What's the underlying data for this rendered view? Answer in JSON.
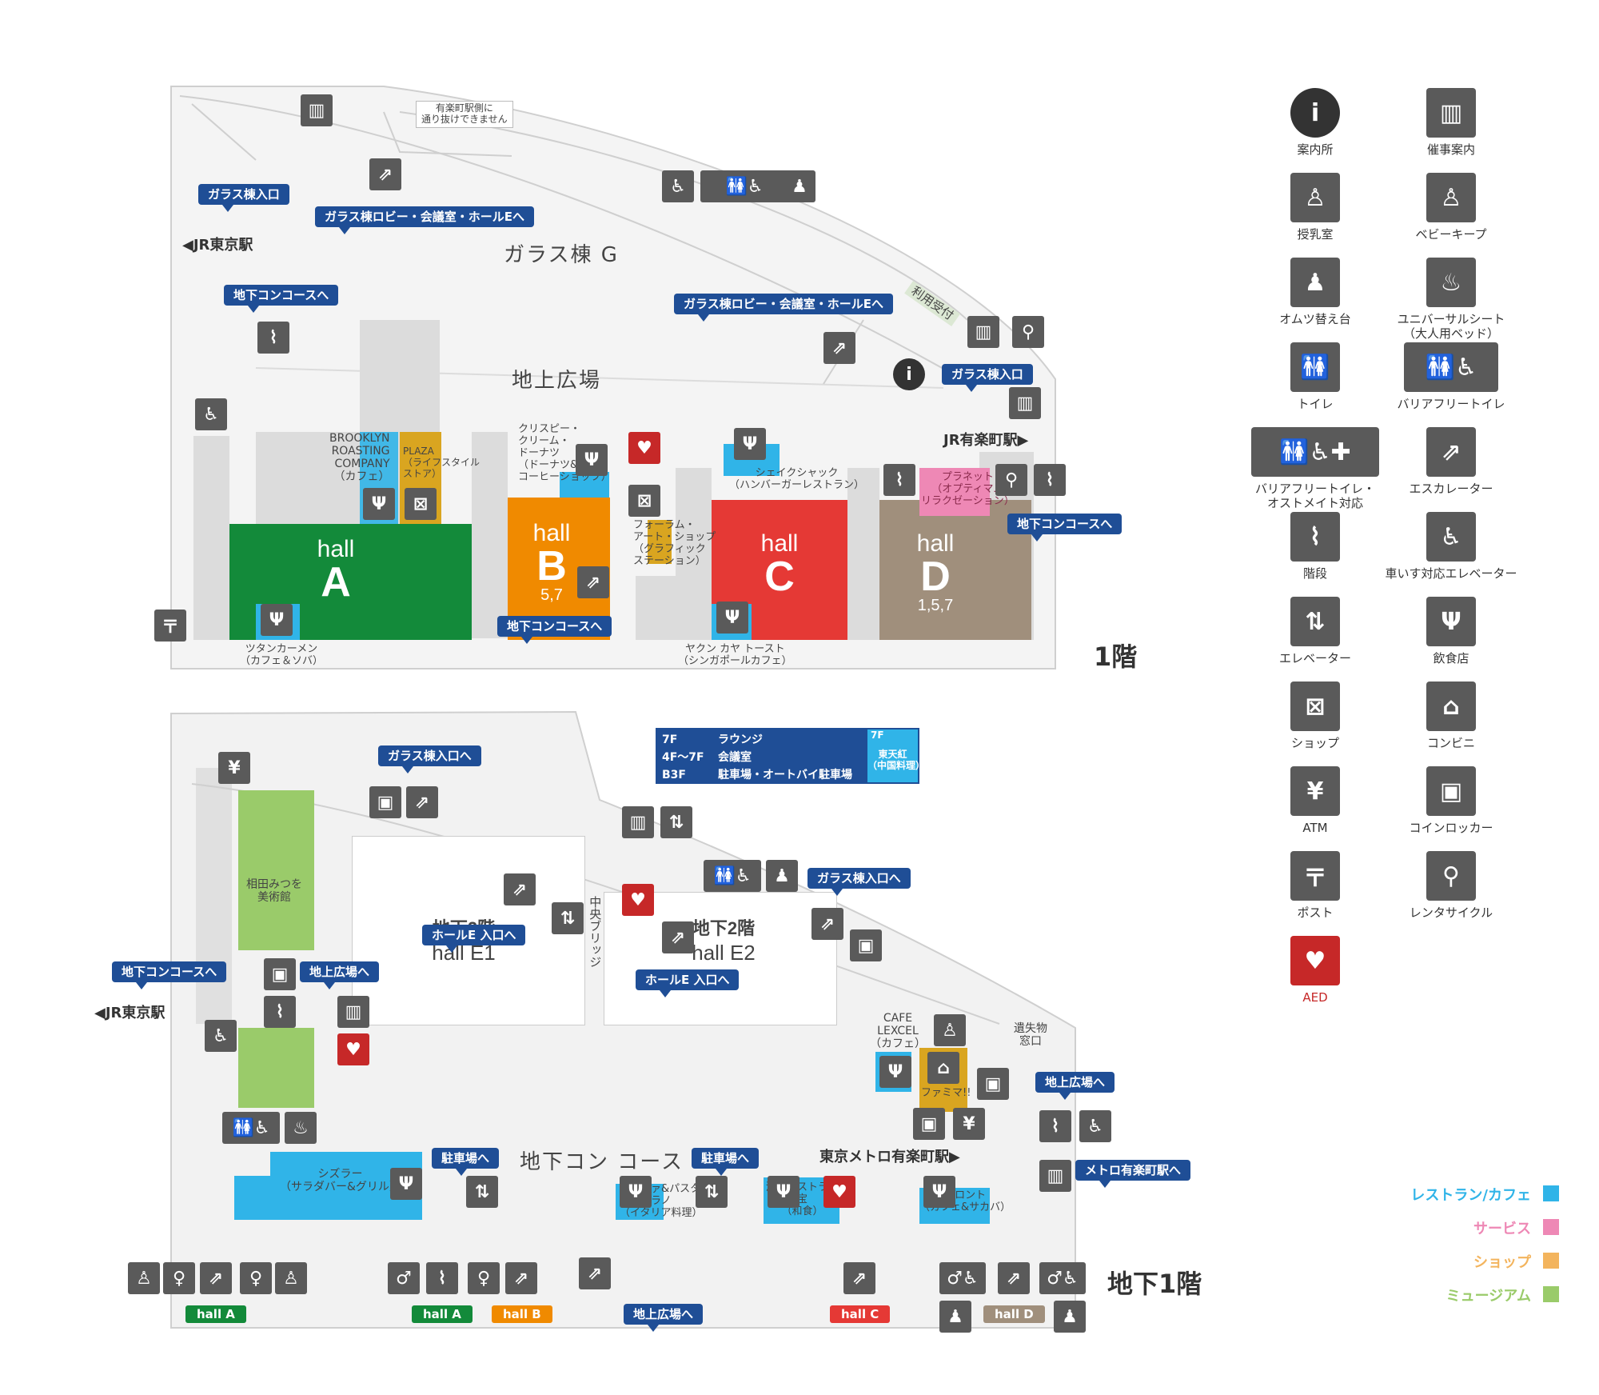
{
  "floor1": {
    "floor_label": "1階",
    "area_glass": "ガラス棟 G",
    "area_plaza": "地上広場",
    "station_tokyo": "◀JR東京駅",
    "station_yurakucho": "JR有楽町駅▶",
    "note_yurakucho": "有楽町駅側に\n通り抜けできません",
    "riyou_uketsuke": "利用受付",
    "signs": {
      "glass_entrance_left": "ガラス棟入口",
      "glass_lobby_left": "ガラス棟ロビー・会議室・ホールEへ",
      "chika_concourse_left": "地下コンコースへ",
      "glass_lobby_right": "ガラス棟ロビー・会議室・ホールEへ",
      "glass_entrance_right": "ガラス棟入口",
      "chika_concourse_right": "地下コンコースへ",
      "chika_concourse_mid": "地下コンコースへ"
    },
    "halls": {
      "a": {
        "line1": "hall",
        "line2": "A"
      },
      "b": {
        "line1": "hall",
        "line2": "B",
        "line3": "5,7"
      },
      "c": {
        "line1": "hall",
        "line2": "C"
      },
      "d": {
        "line1": "hall",
        "line2": "D",
        "line3": "1,5,7"
      }
    },
    "shops": {
      "brooklyn": "BROOKLYN\nROASTING\nCOMPANY\n（カフェ）",
      "plaza": "PLAZA\n（ライフスタイル\nストア）",
      "crispy": "クリスピー・\nクリーム・\nドーナツ\n（ドーナツ&\nコーヒーショップ）",
      "forum_art": "フォーラム・\nアート・ショップ\n（グラフィック\nステーション）",
      "shake_shack": "シェイクシャック\n（ハンバーガーレストラン）",
      "planet": "プラネット\n（オプティマム\nリラクゼーション）",
      "tutankhamun": "ツタンカーメン\n（カフェ＆ソバ）",
      "yakun": "ヤクン カヤ トースト\n（シンガポールカフェ）"
    }
  },
  "floorB1": {
    "floor_label": "地下1階",
    "area_concourse": "地下コン コース",
    "station_tokyo": "◀JR東京駅",
    "station_metro": "東京メトロ有楽町駅▶",
    "central_bridge": "中央ブリッジ",
    "museum": "相田みつを\n美術館",
    "hall_e1": {
      "line1": "地下2階",
      "line2": "hall E1"
    },
    "hall_e2": {
      "line1": "地下2階",
      "line2": "hall E2"
    },
    "lost_found": "遺失物\n窓口",
    "info_panel": {
      "rows": [
        {
          "floor": "7F",
          "label": "ラウンジ"
        },
        {
          "floor": "4F～7F",
          "label": "会議室"
        },
        {
          "floor": "B3F",
          "label": "駐車場・オートバイ駐車場"
        }
      ],
      "side_floor": "7F",
      "side_name": "東天紅\n（中国料理）"
    },
    "signs": {
      "glass_entrance_top": "ガラス棟入口へ",
      "glass_entrance_mid": "ガラス棟入口へ",
      "hall_e_left": "ホールE 入口へ",
      "hall_e_mid": "ホールE 入口へ",
      "chika_concourse": "地下コンコースへ",
      "chijo_hiroba_left": "地上広場へ",
      "chijo_hiroba_right": "地上広場へ",
      "parking_left": "駐車場へ",
      "parking_right": "駐車場へ",
      "metro": "メトロ有楽町駅へ",
      "chijo_hiroba_bottom": "地上広場へ"
    },
    "shops": {
      "sizzler": "シズラー\n（サラダバー&グリル）",
      "pizza": "ピッツァ&パスタ\nババミラノ\n（イタリア料理）",
      "sakagura": "酒蔵レストラン\n宝\n（和食）",
      "front": "プロント\n（カフェ&サカバ）",
      "cafe_lexcel": "CAFE\nLEXCEL\n（カフェ）",
      "famima": "ファミマ!!"
    },
    "bottom_tags": [
      {
        "label": "hall A",
        "color": "#138a3a"
      },
      {
        "label": "hall A",
        "color": "#138a3a"
      },
      {
        "label": "hall B",
        "color": "#f08a00"
      },
      {
        "label": "hall C",
        "color": "#e53935"
      },
      {
        "label": "hall D",
        "color": "#a08f7c"
      }
    ]
  },
  "legend": [
    {
      "icon": "info-icon",
      "label": "案内所"
    },
    {
      "icon": "event-guide-icon",
      "label": "催事案内"
    },
    {
      "icon": "nursing-room-icon",
      "label": "授乳室"
    },
    {
      "icon": "baby-keep-icon",
      "label": "ベビーキープ"
    },
    {
      "icon": "diaper-table-icon",
      "label": "オムツ替え台"
    },
    {
      "icon": "universal-sheet-icon",
      "label": "ユニバーサルシート\n（大人用ベッド）"
    },
    {
      "icon": "toilet-icon",
      "label": "トイレ"
    },
    {
      "icon": "barrier-free-toilet-icon",
      "label": "バリアフリートイレ"
    },
    {
      "icon": "ostomate-toilet-icon",
      "label": "バリアフリートイレ・\nオストメイト対応"
    },
    {
      "icon": "escalator-icon",
      "label": "エスカレーター"
    },
    {
      "icon": "stairs-icon",
      "label": "階段"
    },
    {
      "icon": "wheelchair-elevator-icon",
      "label": "車いす対応エレベーター"
    },
    {
      "icon": "elevator-icon",
      "label": "エレベーター"
    },
    {
      "icon": "restaurant-icon",
      "label": "飲食店"
    },
    {
      "icon": "shop-icon",
      "label": "ショップ"
    },
    {
      "icon": "convenience-store-icon",
      "label": "コンビニ"
    },
    {
      "icon": "atm-icon",
      "label": "ATM"
    },
    {
      "icon": "coin-locker-icon",
      "label": "コインロッカー"
    },
    {
      "icon": "post-icon",
      "label": "ポスト"
    },
    {
      "icon": "rental-cycle-icon",
      "label": "レンタサイクル"
    },
    {
      "icon": "aed-icon",
      "label": "AED"
    }
  ],
  "categories": [
    {
      "label": "レストラン/カフェ",
      "color": "#30b4e8"
    },
    {
      "label": "サービス",
      "color": "#ee88b5"
    },
    {
      "label": "ショップ",
      "color": "#f3b45d"
    },
    {
      "label": "ミュージアム",
      "color": "#9acb6a"
    }
  ],
  "colors": {
    "hall_a": "#138a3a",
    "hall_b": "#f08a00",
    "hall_c": "#e53935",
    "hall_d": "#a08f7c",
    "sign_blue": "#1f4e96",
    "restaurant": "#30b4e8",
    "service": "#ee88b5",
    "shop": "#d9a520",
    "museum": "#9acb6a",
    "icon_gray": "#5a5a5a",
    "aed_red": "#c62828"
  }
}
